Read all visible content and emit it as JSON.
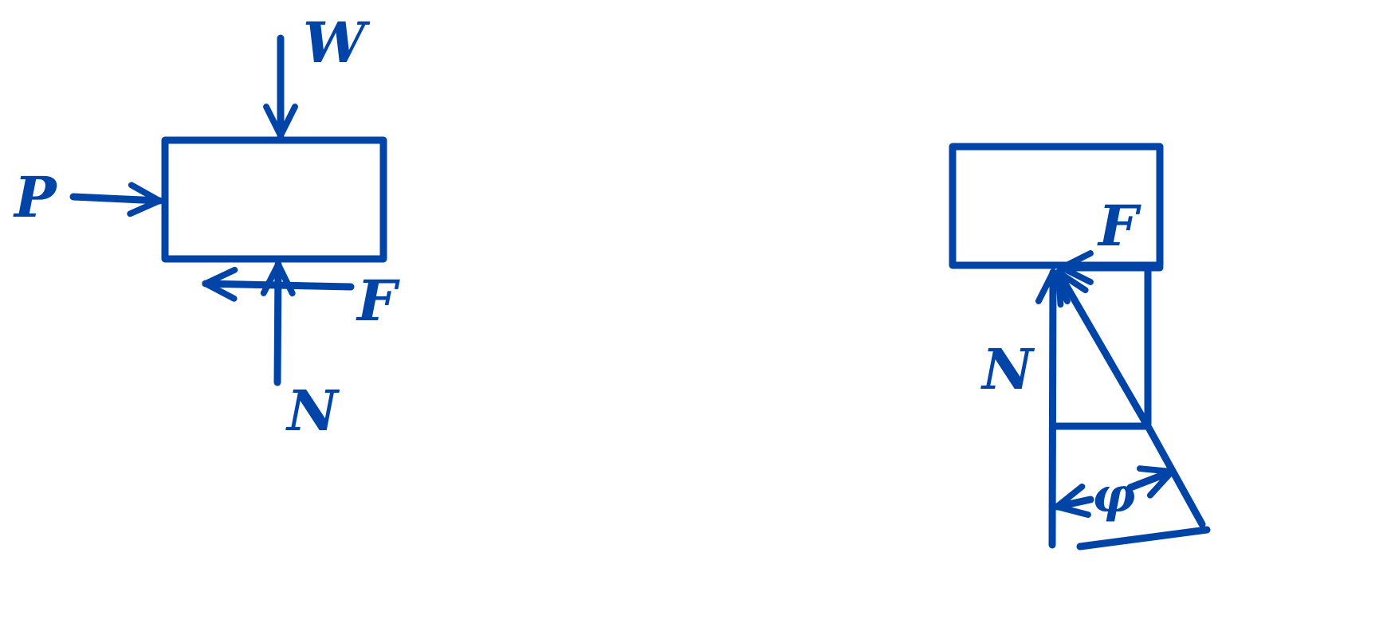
{
  "colors": {
    "ink": "#0044a8",
    "background": "#ffffff"
  },
  "left_diagram": {
    "labels": {
      "weight": "W",
      "push": "P",
      "friction": "F",
      "normal": "N"
    }
  },
  "right_diagram": {
    "labels": {
      "friction": "F",
      "normal": "N",
      "angle": "φ"
    }
  }
}
